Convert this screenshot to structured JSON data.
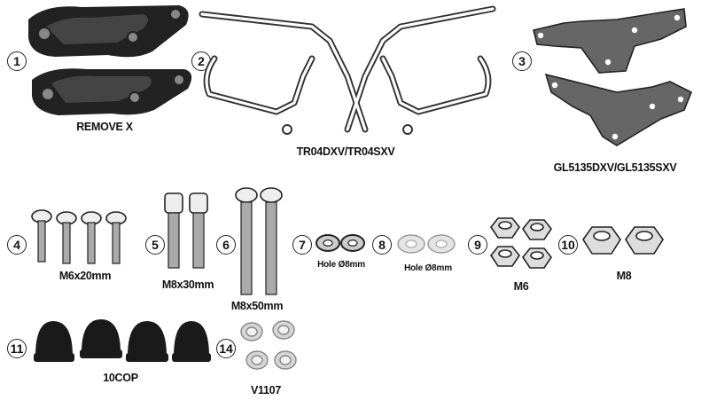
{
  "parts": [
    {
      "number": "1",
      "label": "REMOVE X"
    },
    {
      "number": "2",
      "label": "TR04DXV/TR04SXV"
    },
    {
      "number": "3",
      "label": "GL5135DXV/GL5135SXV"
    },
    {
      "number": "4",
      "label": "M6x20mm"
    },
    {
      "number": "5",
      "label": "M8x30mm"
    },
    {
      "number": "6",
      "label": "M8x50mm"
    },
    {
      "number": "7",
      "label": "Hole Ø8mm"
    },
    {
      "number": "8",
      "label": "Hole Ø8mm"
    },
    {
      "number": "9",
      "label": "M6"
    },
    {
      "number": "10",
      "label": "M8"
    },
    {
      "number": "11",
      "label": "10COP"
    },
    {
      "number": "14",
      "label": "V1107"
    }
  ]
}
